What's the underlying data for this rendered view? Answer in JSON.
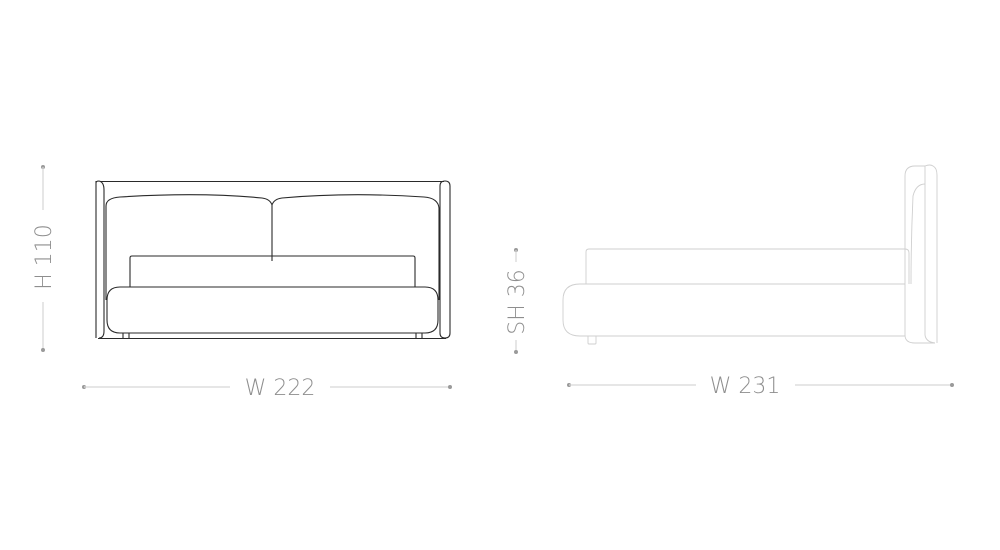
{
  "front_view": {
    "height_label": "H 110",
    "width_label": "W 222",
    "colors": {
      "outline": "#2a2a2a"
    }
  },
  "side_view": {
    "seat_height_label": "SH 36",
    "width_label": "W 231",
    "colors": {
      "outline": "#cfcfcf"
    }
  },
  "dimension_style": {
    "text_color": "#8e8e8e",
    "line_color": "#d6d6d6",
    "dot_color": "#9a9a9a"
  }
}
